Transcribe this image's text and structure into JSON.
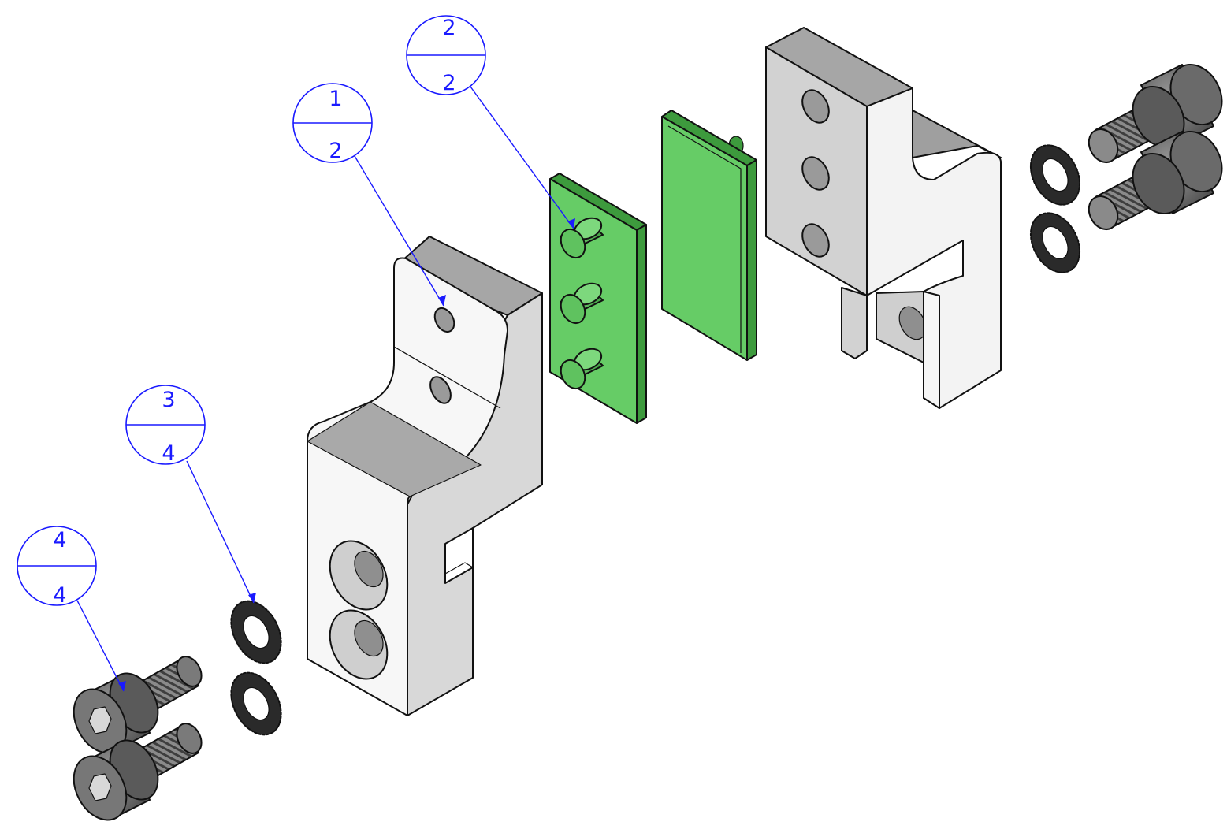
{
  "colors": {
    "balloon": "#1a1aff",
    "part_face_light": "#f6f6f6",
    "part_face_mid": "#d4d4d4",
    "part_face_dark": "#a6a6a6",
    "pad_face": "#66cc66",
    "pad_edge": "#3d9a3d",
    "screw": "#6f6f6f"
  },
  "balloons": [
    {
      "id": "b1",
      "item": "1",
      "qty": "2"
    },
    {
      "id": "b2",
      "item": "2",
      "qty": "2"
    },
    {
      "id": "b3",
      "item": "3",
      "qty": "4"
    },
    {
      "id": "b4",
      "item": "4",
      "qty": "4"
    }
  ],
  "parts": [
    {
      "name": "jaw-bracket-front",
      "icon": "bracket-block"
    },
    {
      "name": "jaw-pad-pinned",
      "icon": "green-pad"
    },
    {
      "name": "jaw-pad-plain",
      "icon": "green-pad"
    },
    {
      "name": "jaw-bracket-rear",
      "icon": "bracket-block"
    },
    {
      "name": "serrated-lock-washer",
      "icon": "serrated-washer"
    },
    {
      "name": "socket-head-cap-screw",
      "icon": "cap-screw"
    }
  ]
}
